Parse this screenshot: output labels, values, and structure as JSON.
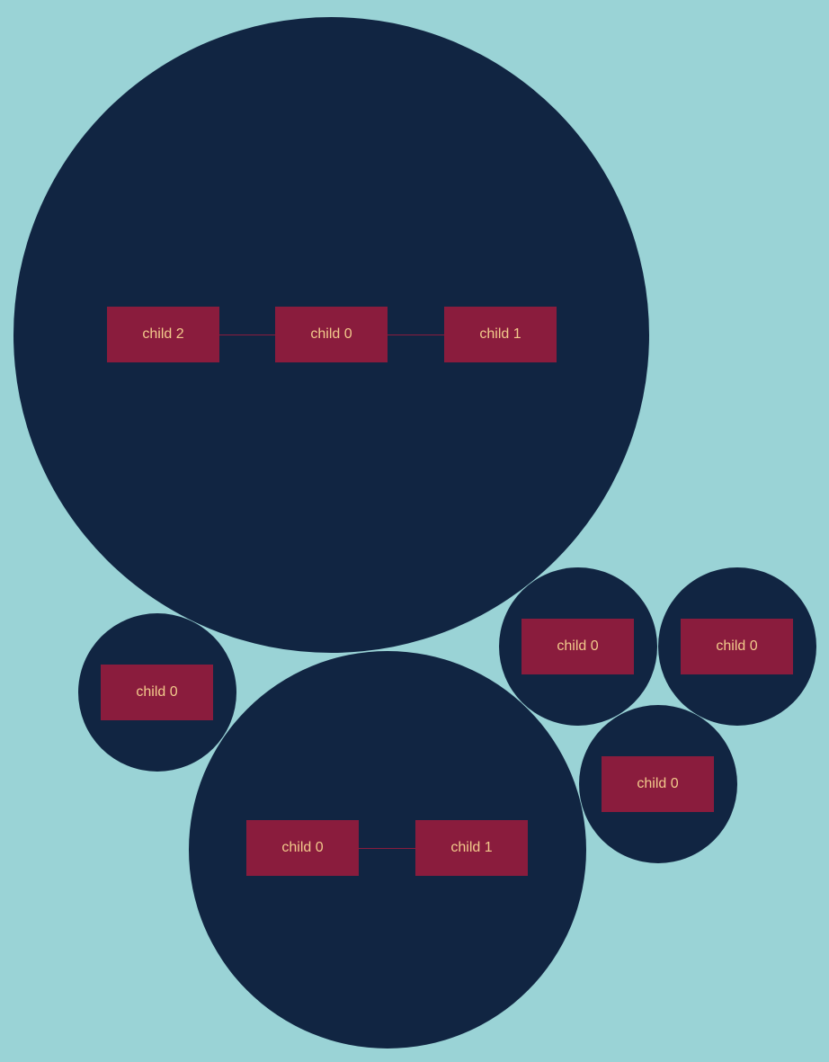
{
  "colors": {
    "background": "#9ad3d6",
    "group": "#112542",
    "node": "#8a1c3d",
    "node_text": "#f2c98b",
    "edge": "#8a1c3d"
  },
  "groups": [
    {
      "id": "group-1",
      "nodes": [
        {
          "label": "child 2"
        },
        {
          "label": "child 0"
        },
        {
          "label": "child 1"
        }
      ]
    },
    {
      "id": "group-2",
      "nodes": [
        {
          "label": "child 0"
        }
      ]
    },
    {
      "id": "group-3",
      "nodes": [
        {
          "label": "child 0"
        },
        {
          "label": "child 1"
        }
      ]
    },
    {
      "id": "group-4",
      "nodes": [
        {
          "label": "child 0"
        }
      ]
    },
    {
      "id": "group-5",
      "nodes": [
        {
          "label": "child 0"
        }
      ]
    },
    {
      "id": "group-6",
      "nodes": [
        {
          "label": "child 0"
        }
      ]
    }
  ]
}
